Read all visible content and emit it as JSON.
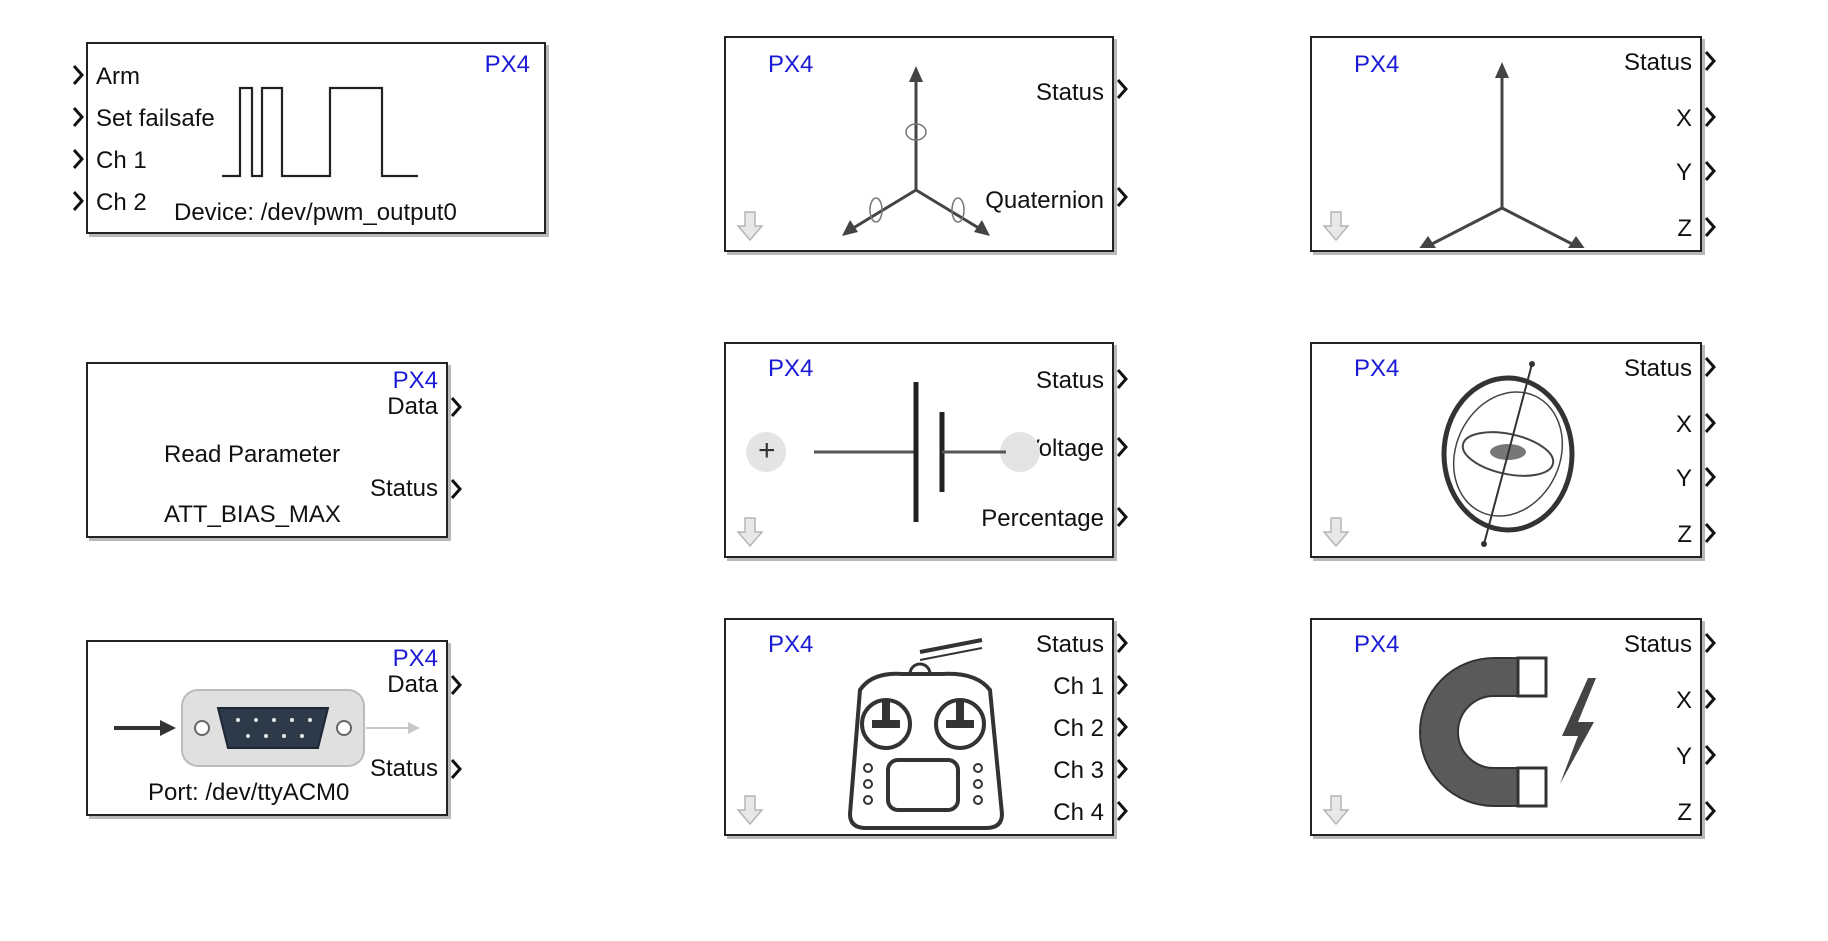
{
  "brand": "PX4",
  "colors": {
    "brand_text": "#1a1ad6",
    "block_border": "#222222",
    "icon_gray": "#5a5a5a",
    "sample_arrow": "#bdbdbd"
  },
  "icons": [
    "pwm-square-wave-icon",
    "attitude-axes-rotation-icon",
    "accelerometer-axes-icon",
    "battery-icon",
    "gyroscope-icon",
    "parameter-text-block",
    "serial-port-connector-icon",
    "rc-transmitter-icon",
    "magnet-icon",
    "sample-time-down-arrow-icon"
  ],
  "blocks": {
    "pwm": {
      "inputs": [
        "Arm",
        "Set failsafe",
        "Ch 1",
        "Ch 2"
      ],
      "device": "Device: /dev/pwm_output0"
    },
    "attitude": {
      "outputs": [
        "Status",
        "Quaternion"
      ]
    },
    "accelerometer": {
      "outputs": [
        "Status",
        "X",
        "Y",
        "Z"
      ]
    },
    "read_param": {
      "outputs": [
        "Data",
        "Status"
      ],
      "title": "Read Parameter",
      "param": "ATT_BIAS_MAX"
    },
    "battery": {
      "outputs": [
        "Status",
        "Voltage",
        "Percentage"
      ],
      "plus_sign": "+"
    },
    "gyroscope": {
      "outputs": [
        "Status",
        "X",
        "Y",
        "Z"
      ]
    },
    "serial": {
      "outputs": [
        "Data",
        "Status"
      ],
      "port": "Port: /dev/ttyACM0"
    },
    "rc": {
      "outputs": [
        "Status",
        "Ch 1",
        "Ch 2",
        "Ch 3",
        "Ch 4"
      ]
    },
    "magnetometer": {
      "outputs": [
        "Status",
        "X",
        "Y",
        "Z"
      ]
    }
  }
}
